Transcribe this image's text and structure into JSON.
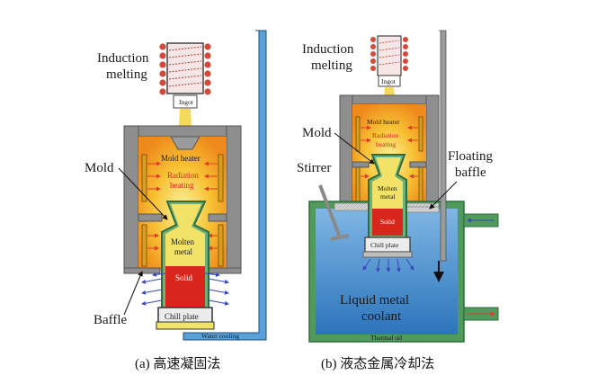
{
  "panel_a": {
    "induction_line1": "Induction",
    "induction_line2": "melting",
    "ingot": "Ingot",
    "mold_heater": "Mold heater",
    "radiation_line1": "Radiation",
    "radiation_line2": "heating",
    "mold": "Mold",
    "molten_line1": "Molten",
    "molten_line2": "metal",
    "solid": "Solid",
    "baffle": "Baffle",
    "chill_plate": "Chill plate",
    "water_cooling": "Water cooling",
    "caption": "(a) 高速凝固法"
  },
  "panel_b": {
    "induction_line1": "Induction",
    "induction_line2": "melting",
    "ingot": "Ingot",
    "mold": "Mold",
    "mold_heater": "Mold heater",
    "radiation_line1": "Radiation",
    "radiation_line2": "heating",
    "stirrer": "Stirrer",
    "floating_line1": "Floating",
    "floating_line2": "baffle",
    "molten_line1": "Molten",
    "molten_line2": "metal",
    "solid": "Solid",
    "chill_plate": "Chill plate",
    "coolant_line1": "Liquid metal",
    "coolant_line2": "coolant",
    "thermal_oil": "Thermal oil",
    "caption": "(b) 液态金属冷却法"
  },
  "colors": {
    "furnace_wall": "#8a8a8a",
    "heater_glow": "#f5b52a",
    "molten": "#f2e268",
    "solid": "#d8261c",
    "coolant": "#3a86c8",
    "water_pipe": "#5aa0d8",
    "coil": "#c0392b"
  }
}
